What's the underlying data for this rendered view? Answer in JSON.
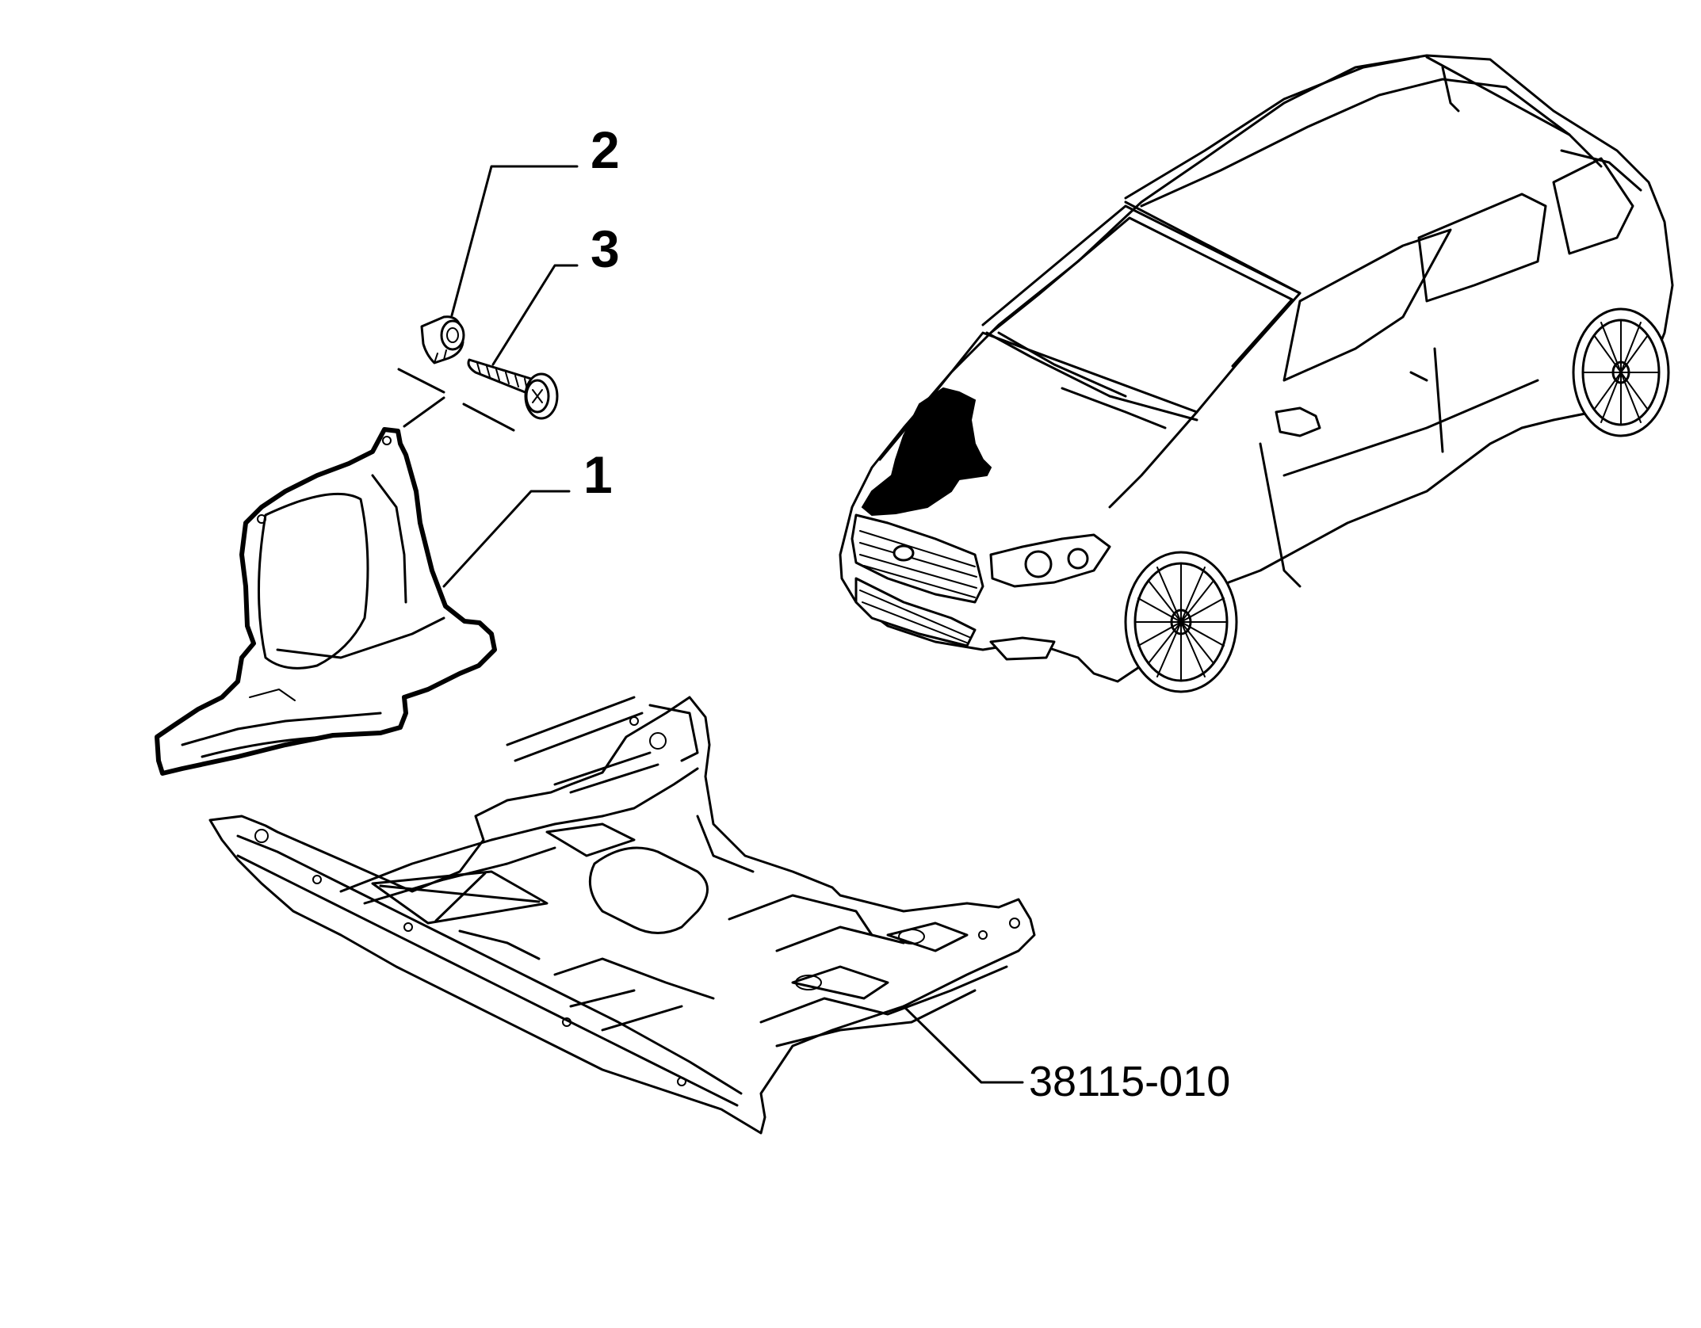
{
  "callouts": {
    "part_1": "1",
    "part_2": "2",
    "part_3": "3"
  },
  "reference_code": "38115-010",
  "colors": {
    "line": "#000000",
    "background": "#ffffff",
    "highlight": "#000000"
  },
  "icons": {
    "shield": "engine-side-shield",
    "plug": "plastic-plug-icon",
    "screw": "screw-icon",
    "undertray": "underbody-tray",
    "car": "hatchback-car"
  }
}
